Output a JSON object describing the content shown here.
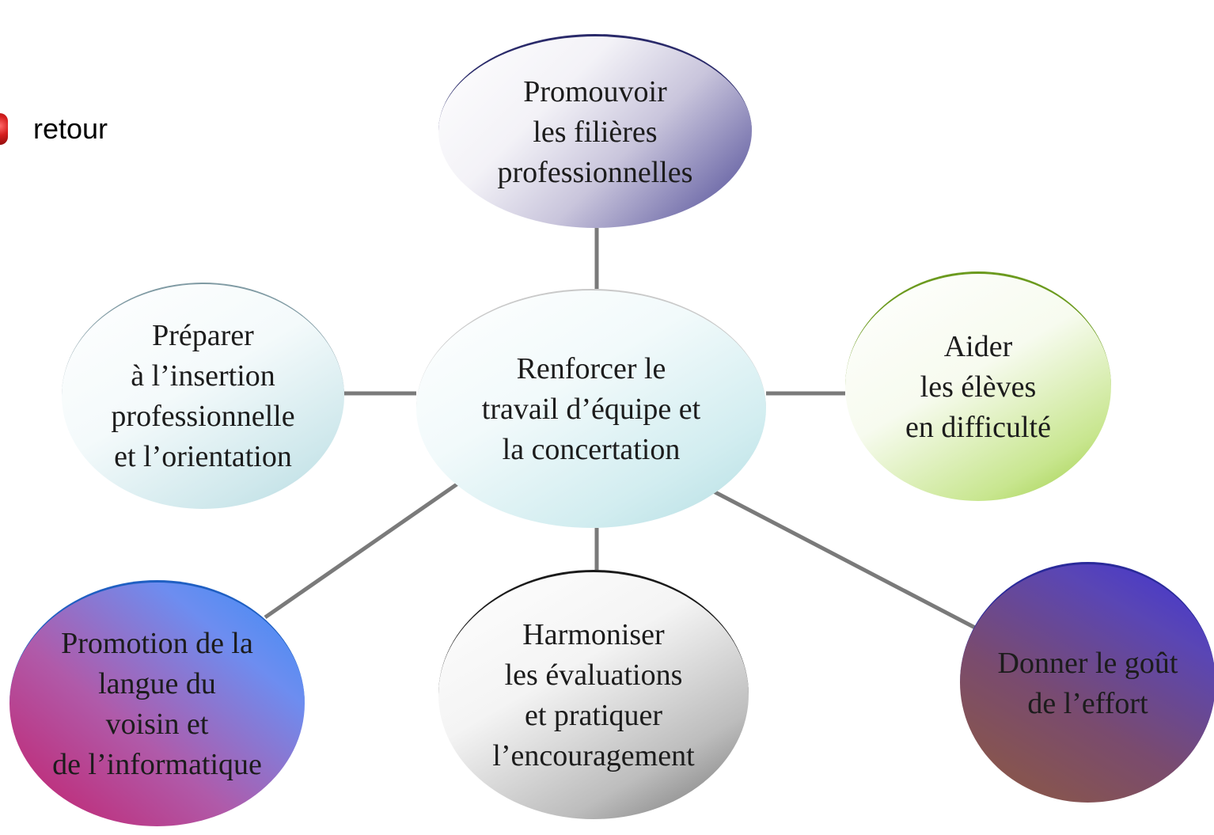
{
  "back": {
    "label": "retour",
    "icon": "red-ball-icon"
  },
  "center": {
    "text": "Renforcer le\ntravail d’équipe et\nla concertation"
  },
  "nodes": {
    "top": "Promouvoir\nles filières\nprofessionnelles",
    "left": "Préparer\nà l’insertion\nprofessionnelle\net l’orientation",
    "right": "Aider\nles élèves\nen difficulté",
    "bottom": "Harmoniser\nles évaluations\net pratiquer\nl’encouragement",
    "bottom_left": "Promotion de la\nlangue du\nvoisin et\nde l’informatique",
    "bottom_right": "Donner le goût\nde l’effort"
  },
  "colors": {
    "connector": "#7a7a7a",
    "top_accent": "#4a4694",
    "right_accent": "#9acb3d",
    "bottom_accent": "#6f6f6f",
    "bottom_left_accent": "#3a8cf4",
    "bottom_right_accent": "#3f33d4",
    "center_accent": "#b3dde2"
  }
}
